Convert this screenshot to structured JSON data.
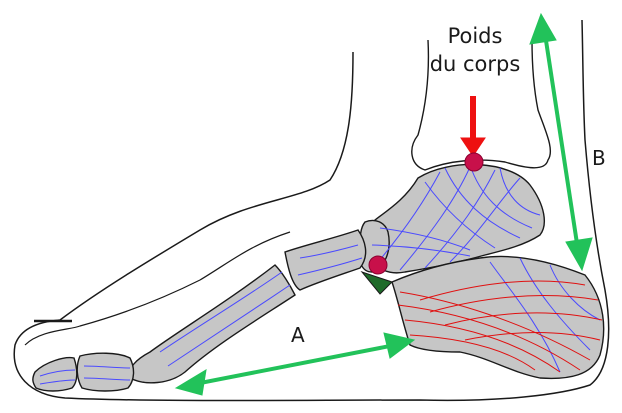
{
  "diagram": {
    "title_lines": [
      "Poids",
      "du corps"
    ],
    "label_a": "A",
    "label_b": "B",
    "colors": {
      "bone_fill": "#c6c6c6",
      "outline": "#1a1a1a",
      "trabecula_blue": "#4a4aff",
      "trabecula_red": "#e01010",
      "arrow_green": "#22c25a",
      "arrow_red": "#ee1111",
      "joint_dot": "#c8104a",
      "ligament_green": "#1f6b2a"
    }
  }
}
